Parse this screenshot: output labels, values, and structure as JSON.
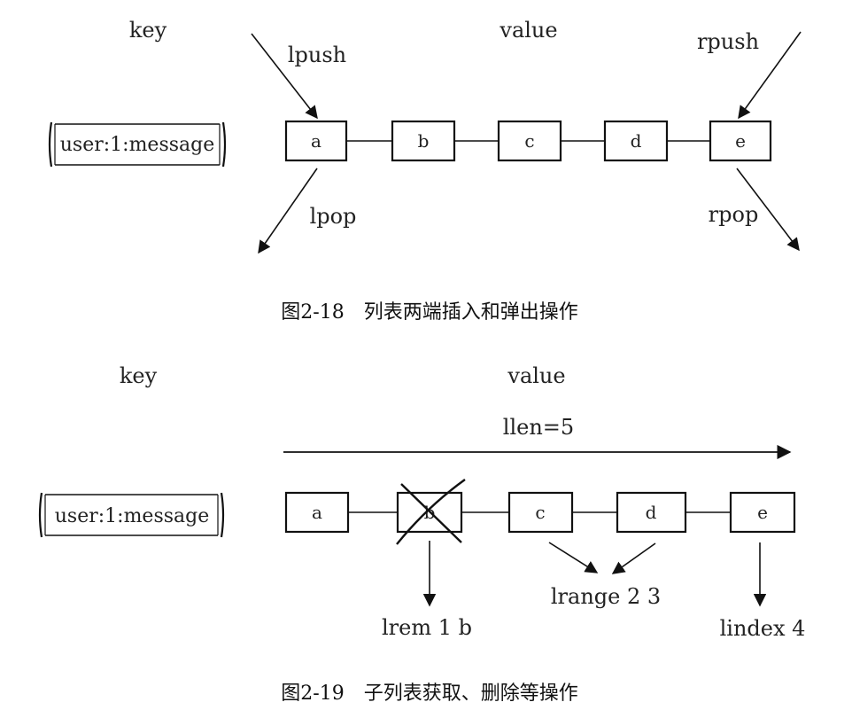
{
  "figure1": {
    "key_label": "key",
    "value_label": "value",
    "key_box": "user:1:message",
    "nodes": [
      "a",
      "b",
      "c",
      "d",
      "e"
    ],
    "ops": {
      "lpush": "lpush",
      "rpush": "rpush",
      "lpop": "lpop",
      "rpop": "rpop"
    },
    "caption": "图2-18　列表两端插入和弹出操作"
  },
  "figure2": {
    "key_label": "key",
    "value_label": "value",
    "llen_label": "llen=5",
    "key_box": "user:1:message",
    "nodes": [
      "a",
      "b",
      "c",
      "d",
      "e"
    ],
    "removed_node": "b",
    "ops": {
      "lrem": "lrem 1 b",
      "lrange": "lrange 2 3",
      "lindex": "lindex 4"
    },
    "caption": "图2-19　子列表获取、删除等操作"
  }
}
